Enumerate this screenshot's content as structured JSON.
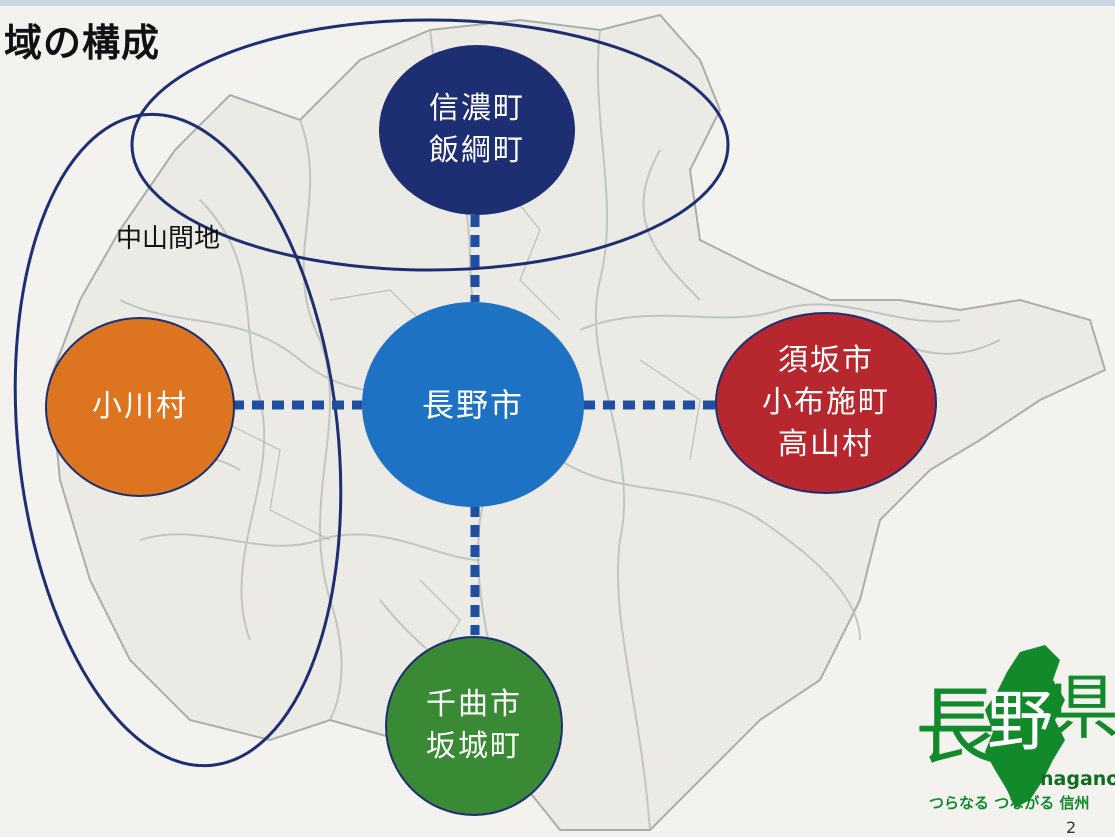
{
  "title": "域の構成",
  "region_label": "中山間地",
  "nodes": {
    "north": {
      "line1": "信濃町",
      "line2": "飯綱町"
    },
    "west": {
      "line1": "小川村"
    },
    "center": {
      "line1": "長野市"
    },
    "east": {
      "line1": "須坂市",
      "line2": "小布施町",
      "line3": "高山村"
    },
    "south": {
      "line1": "千曲市",
      "line2": "坂城町"
    }
  },
  "logo": {
    "kanji1": "長",
    "kanji2": "野",
    "kanji3": "県",
    "brand": "nagano",
    "tagline": "つらなる つながる 信州"
  },
  "page_number": "2",
  "colors": {
    "background": "#f3f2ee",
    "north": "#1d2f72",
    "west": "#dd7520",
    "center": "#1e72c4",
    "east": "#b7282e",
    "south": "#3a8a35",
    "connector": "#1f4fa0",
    "outline": "#1d2f72",
    "map_lines": "#b7bdb9",
    "logo_green": "#128a2c"
  }
}
